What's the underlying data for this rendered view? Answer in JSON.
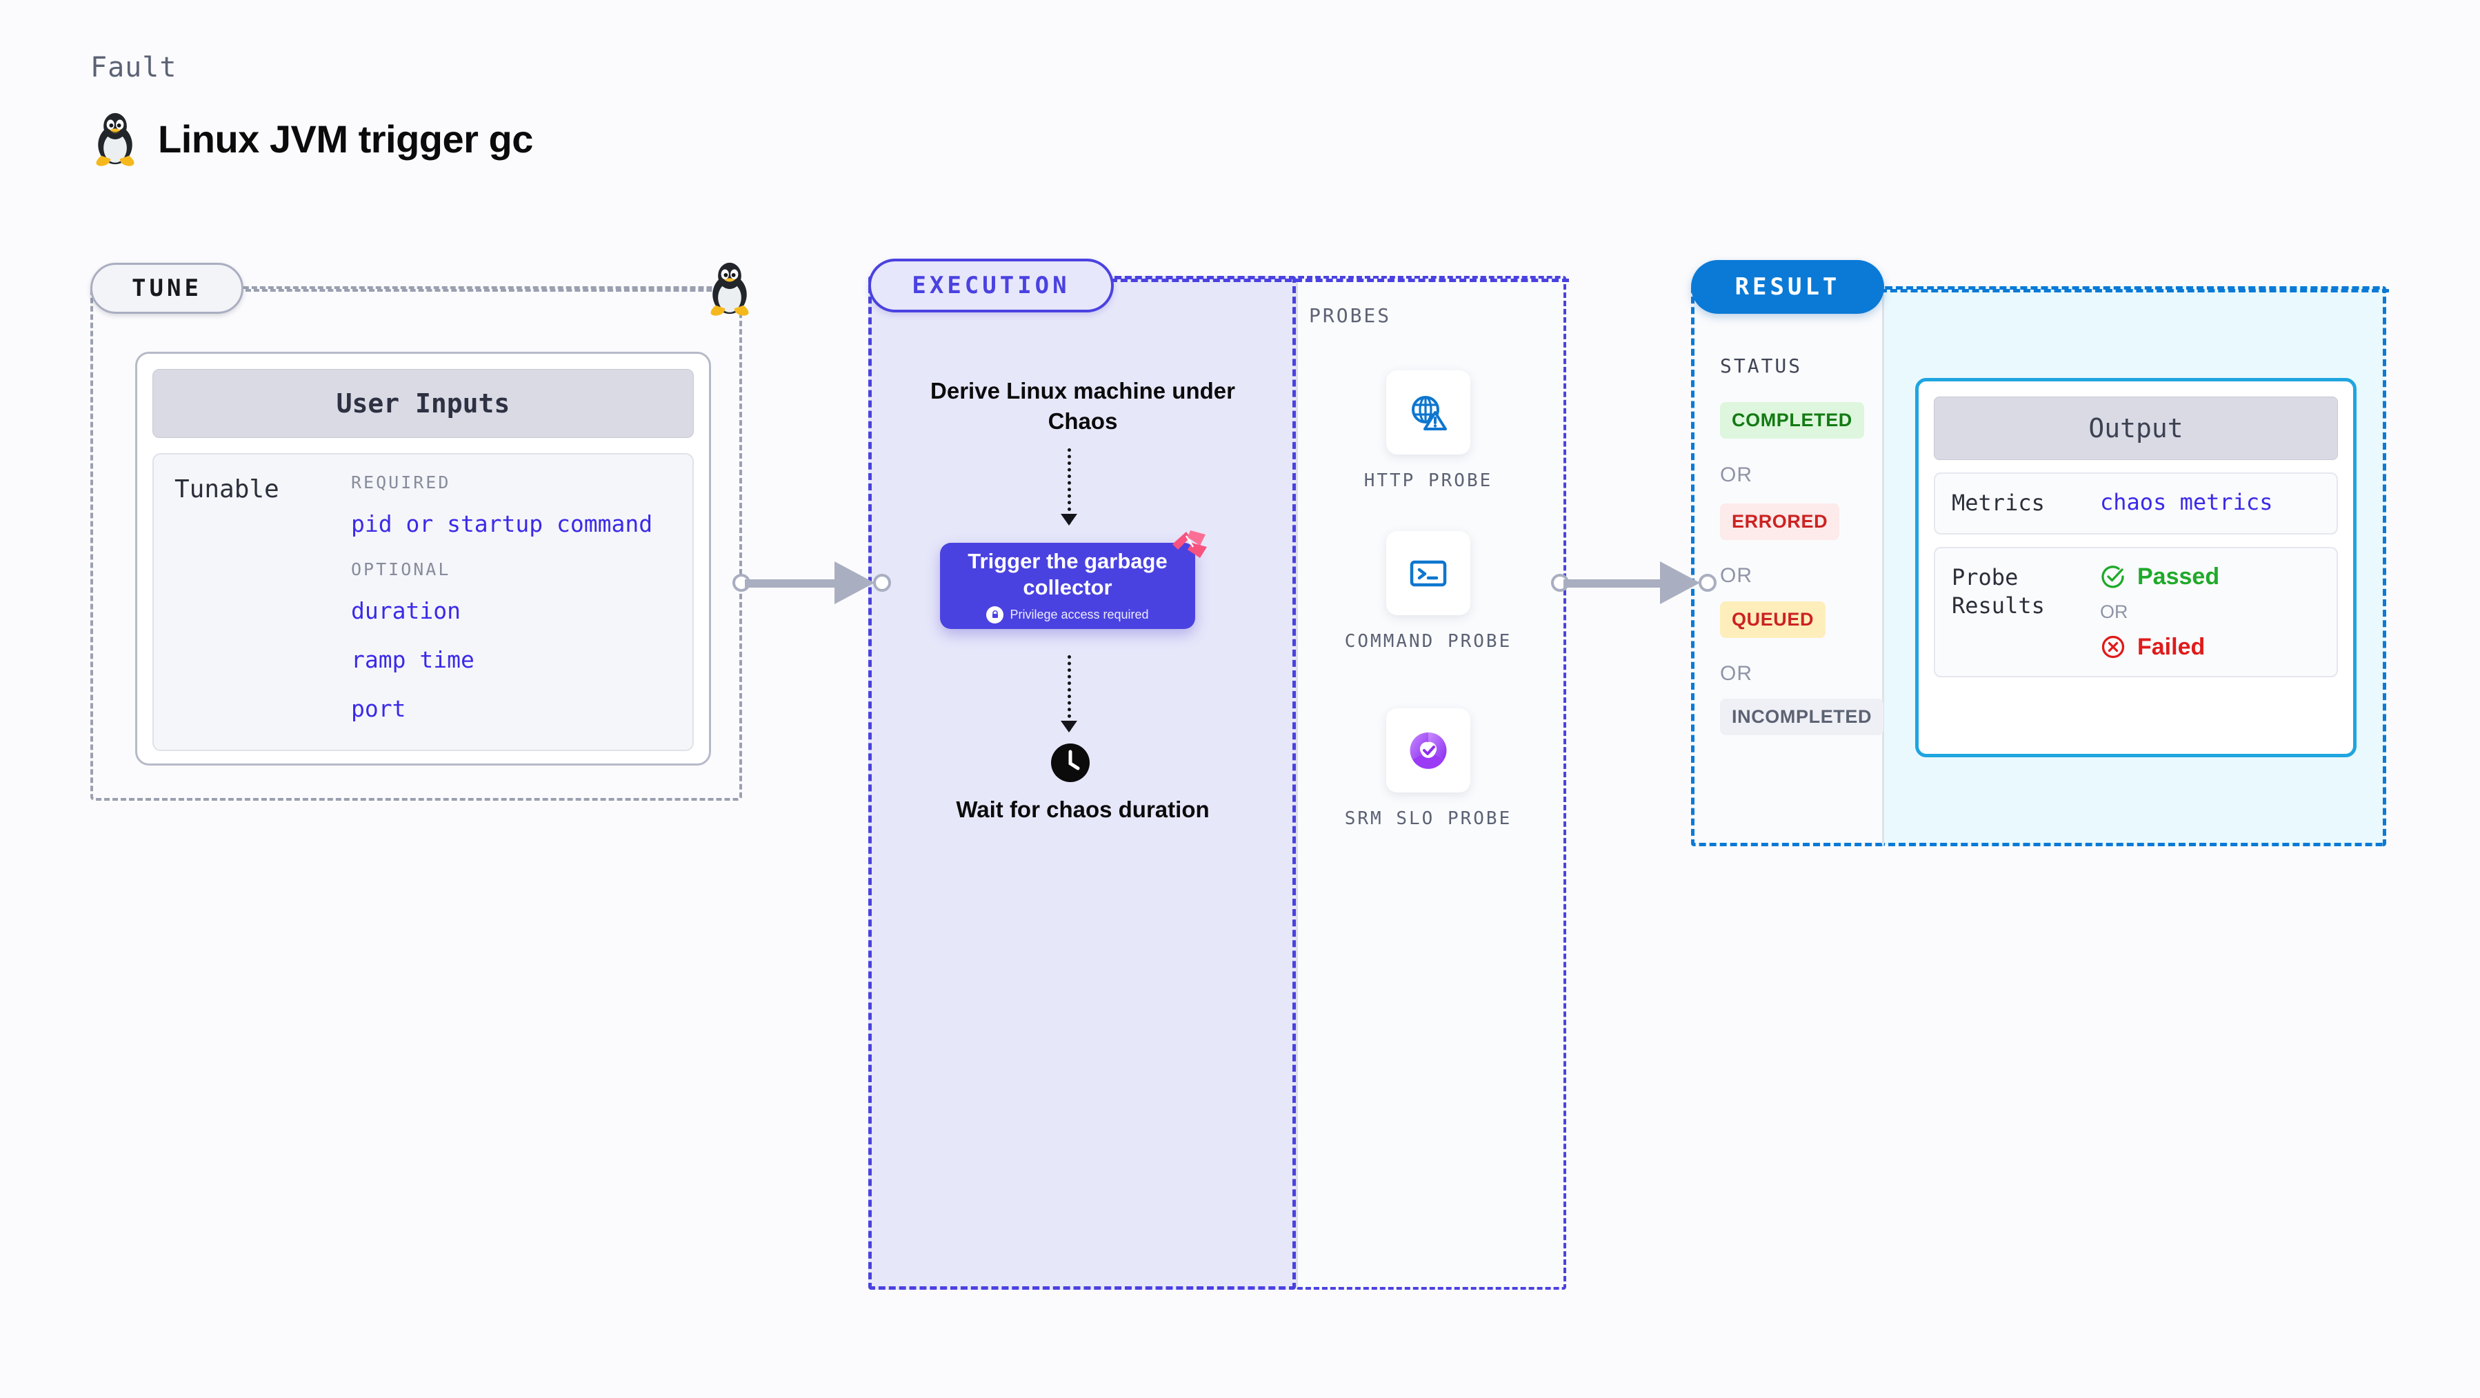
{
  "header": {
    "eyebrow": "Fault",
    "title": "Linux JVM trigger gc",
    "icon": "linux-penguin-icon"
  },
  "tune": {
    "pill_label": "TUNE",
    "card_title": "User Inputs",
    "tunable_label": "Tunable",
    "groups": [
      {
        "label": "REQUIRED",
        "items": [
          "pid or startup command"
        ]
      },
      {
        "label": "OPTIONAL",
        "items": [
          "duration",
          "ramp time",
          "port"
        ]
      }
    ],
    "node_icon": "linux-penguin-icon"
  },
  "execution": {
    "pill_label": "EXECUTION",
    "step_1": "Derive Linux machine under Chaos",
    "action": {
      "title": "Trigger the garbage collector",
      "note": "Privilege access required",
      "note_icon": "lock-icon",
      "corner_icon": "ribbon-icon",
      "color": "#4a42e0"
    },
    "step_3": "Wait for chaos duration",
    "step_3_icon": "clock-icon"
  },
  "probes": {
    "section_label": "PROBES",
    "items": [
      {
        "name": "HTTP PROBE",
        "icon": "globe-warning-icon"
      },
      {
        "name": "COMMAND PROBE",
        "icon": "terminal-icon"
      },
      {
        "name": "SRM SLO PROBE",
        "icon": "slo-donut-check-icon"
      }
    ]
  },
  "result": {
    "pill_label": "RESULT",
    "status_label": "STATUS",
    "or_label": "OR",
    "statuses": [
      {
        "label": "COMPLETED",
        "bg": "#ddf6dd",
        "fg": "#137a13"
      },
      {
        "label": "ERRORED",
        "bg": "#fdeaea",
        "fg": "#cc2222"
      },
      {
        "label": "QUEUED",
        "bg": "#fdeebc",
        "fg": "#cc2222"
      },
      {
        "label": "INCOMPLETED",
        "bg": "#eff0f5",
        "fg": "#5c6274"
      }
    ]
  },
  "output": {
    "card_title": "Output",
    "metrics_key": "Metrics",
    "metrics_value": "chaos metrics",
    "probe_key": "Probe Results",
    "passed_label": "Passed",
    "failed_label": "Failed",
    "or_label": "OR",
    "passed_icon": "check-circle-icon",
    "failed_icon": "x-circle-icon"
  },
  "colors": {
    "accent_indigo": "#4a42e0",
    "accent_blue": "#0b7ad6",
    "accent_cyan": "#1fa5e0",
    "pink": "#f8527f",
    "gray": "#a9aec0"
  }
}
